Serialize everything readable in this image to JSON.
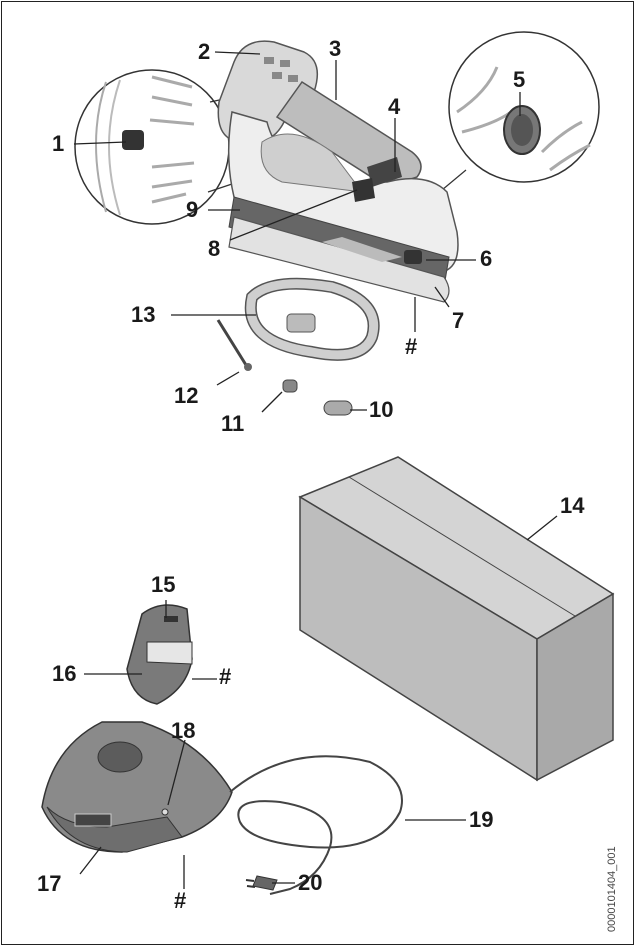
{
  "callouts": [
    {
      "id": "1",
      "text": "1"
    },
    {
      "id": "2",
      "text": "2"
    },
    {
      "id": "3",
      "text": "3"
    },
    {
      "id": "4",
      "text": "4"
    },
    {
      "id": "5",
      "text": "5"
    },
    {
      "id": "6",
      "text": "6"
    },
    {
      "id": "7",
      "text": "7"
    },
    {
      "id": "8",
      "text": "8"
    },
    {
      "id": "9",
      "text": "9"
    },
    {
      "id": "10",
      "text": "10"
    },
    {
      "id": "11",
      "text": "11"
    },
    {
      "id": "12",
      "text": "12"
    },
    {
      "id": "13",
      "text": "13"
    },
    {
      "id": "14",
      "text": "14"
    },
    {
      "id": "15",
      "text": "15"
    },
    {
      "id": "16",
      "text": "16"
    },
    {
      "id": "17",
      "text": "17"
    },
    {
      "id": "18",
      "text": "18"
    },
    {
      "id": "19",
      "text": "19"
    },
    {
      "id": "20",
      "text": "20"
    }
  ],
  "hash_marks": [
    "#",
    "#",
    "#"
  ],
  "figure_code": "0000101404_001"
}
